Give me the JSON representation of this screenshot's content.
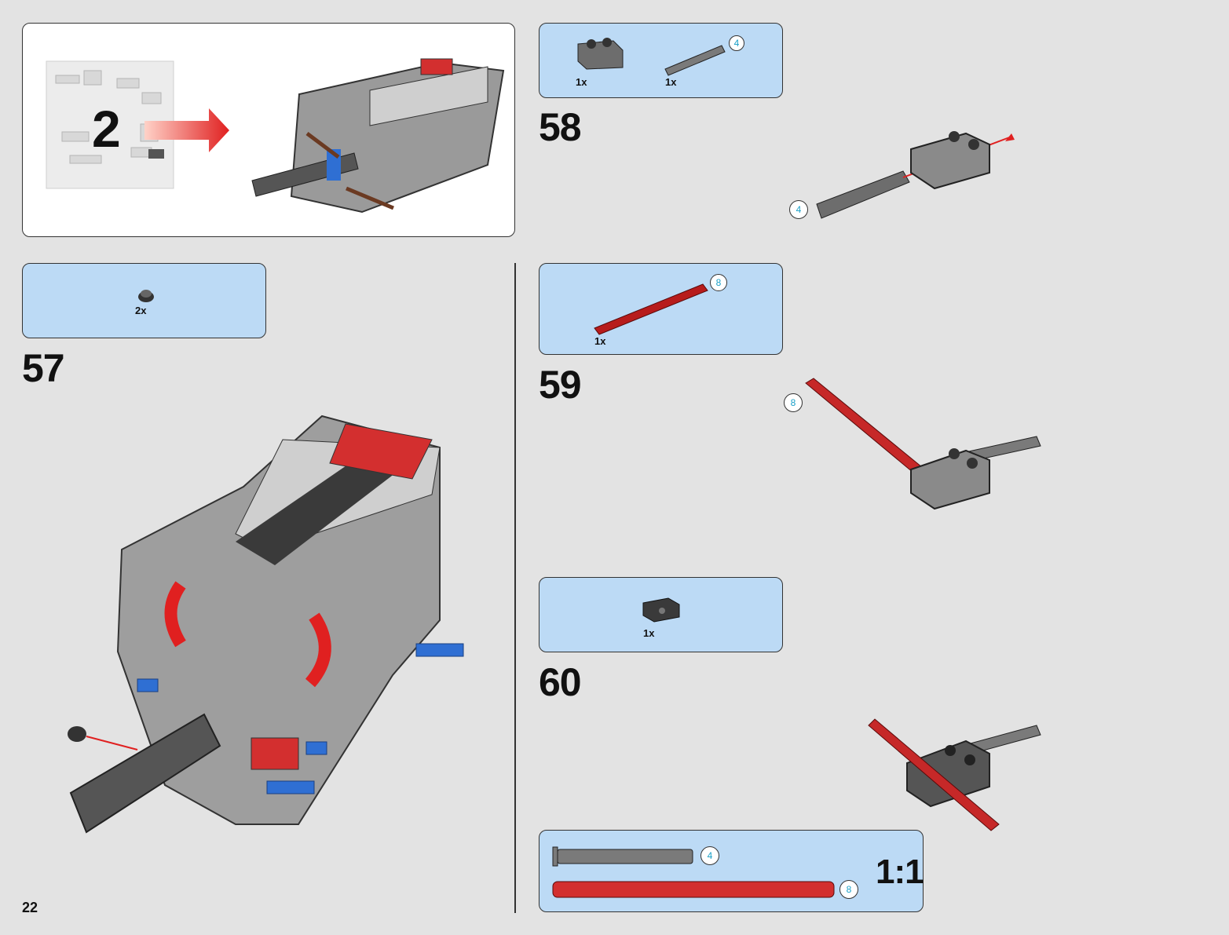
{
  "page": {
    "number": "22"
  },
  "bag": {
    "number": "2"
  },
  "steps": [
    {
      "number": "57",
      "parts": [
        {
          "name": "pin-connector-round",
          "qty": "2x"
        }
      ]
    },
    {
      "number": "58",
      "parts": [
        {
          "name": "axle-connector-block",
          "qty": "1x"
        },
        {
          "name": "axle",
          "qty": "1x",
          "length": "4"
        }
      ],
      "callout_length": "4"
    },
    {
      "number": "59",
      "parts": [
        {
          "name": "red-axle",
          "qty": "1x",
          "length": "8"
        }
      ],
      "callout_length": "8"
    },
    {
      "number": "60",
      "parts": [
        {
          "name": "technic-brick",
          "qty": "1x"
        }
      ]
    }
  ],
  "scale_guide": {
    "label": "1:1",
    "items": [
      {
        "length": "4",
        "color": "#7a7a7a"
      },
      {
        "length": "8",
        "color": "#d32f2f"
      }
    ]
  },
  "colors": {
    "parts_box": "#bcdaf5",
    "background": "#e3e3e3",
    "arrow_red": "#e02020"
  }
}
